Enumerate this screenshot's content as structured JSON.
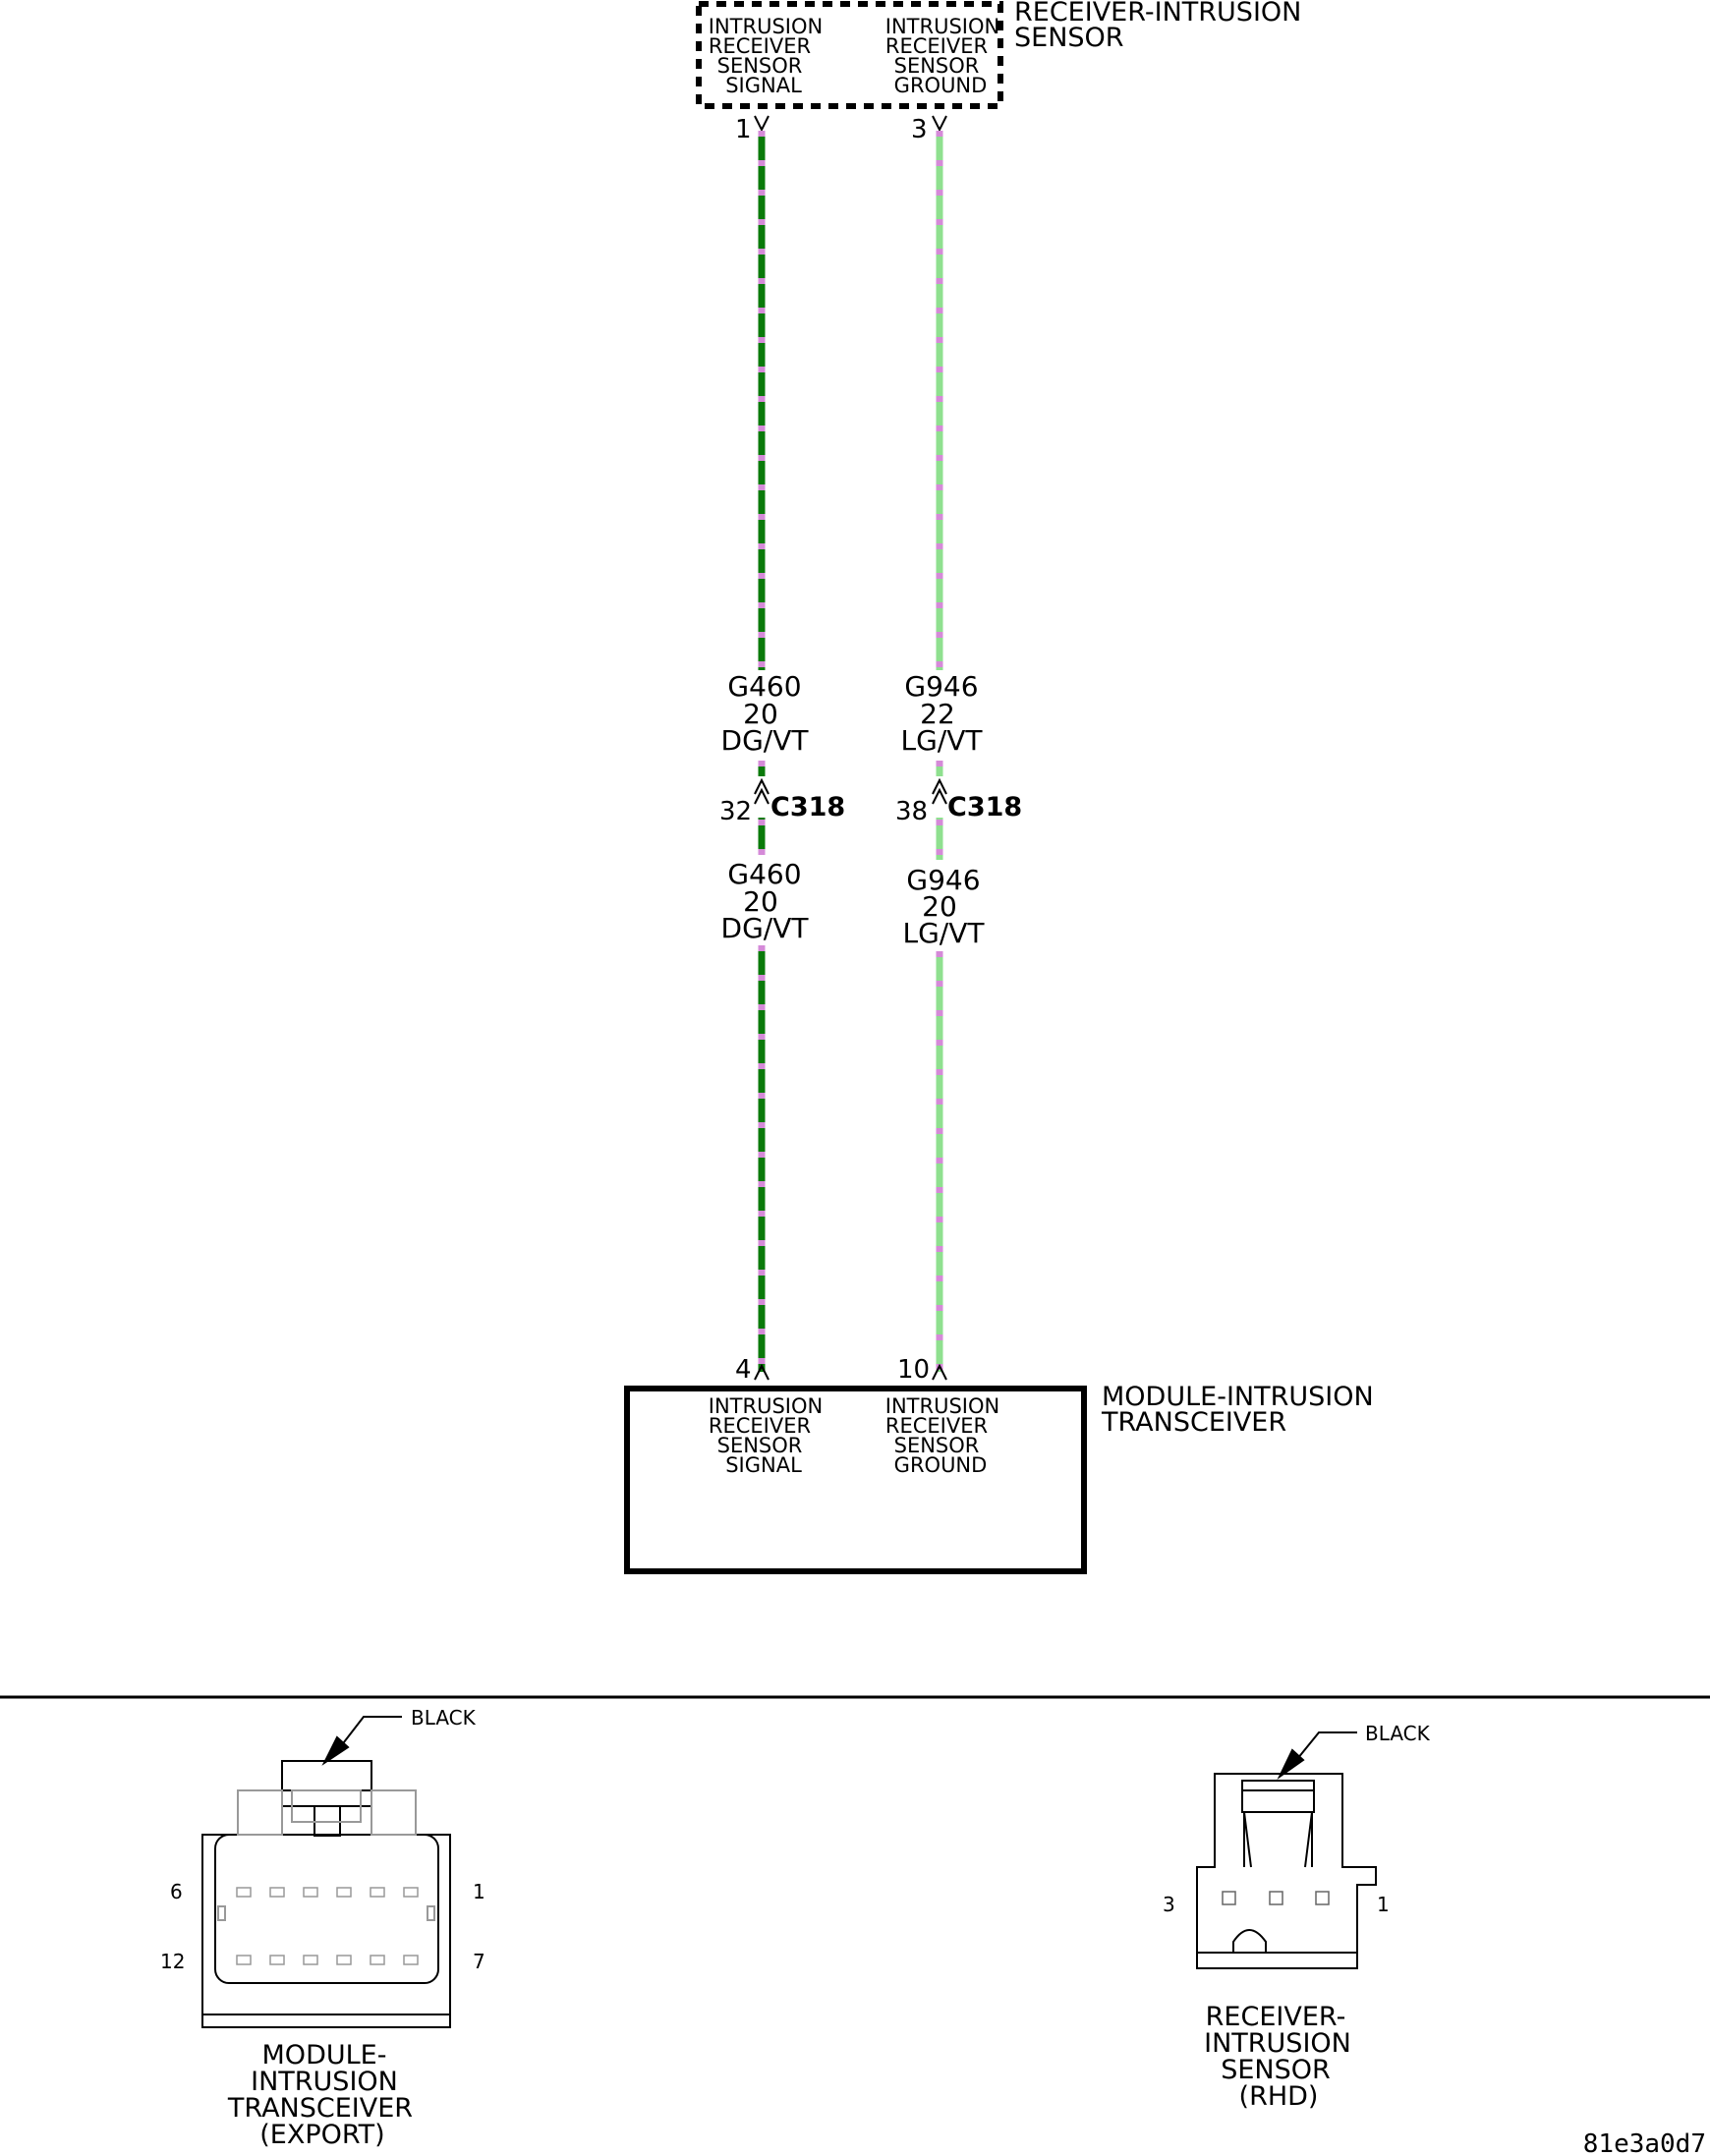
{
  "colors": {
    "wire_dg": "#0a7a0a",
    "wire_lg": "#8fe08f",
    "tracer_vt": "#d58ad8",
    "line": "#000000"
  },
  "receiver": {
    "title_line1": "RECEIVER-INTRUSION",
    "title_line2": "SENSOR",
    "pin_a": {
      "lines": [
        "INTRUSION",
        "RECEIVER",
        "SENSOR",
        "SIGNAL"
      ],
      "number": "1"
    },
    "pin_b": {
      "lines": [
        "INTRUSION",
        "RECEIVER",
        "SENSOR",
        "GROUND"
      ],
      "number": "3"
    }
  },
  "wires": {
    "signal_upper": {
      "circuit": "G460",
      "gauge": "20",
      "color": "DG/VT"
    },
    "ground_upper": {
      "circuit": "G946",
      "gauge": "22",
      "color": "LG/VT"
    },
    "signal_lower": {
      "circuit": "G460",
      "gauge": "20",
      "color": "DG/VT"
    },
    "ground_lower": {
      "circuit": "G946",
      "gauge": "20",
      "color": "LG/VT"
    }
  },
  "inline_connector": {
    "name": "C318",
    "signal_pin": "32",
    "ground_pin": "38"
  },
  "module": {
    "title_line1": "MODULE-INTRUSION",
    "title_line2": "TRANSCEIVER",
    "pin_a": {
      "lines": [
        "INTRUSION",
        "RECEIVER",
        "SENSOR",
        "SIGNAL"
      ],
      "number": "4"
    },
    "pin_b": {
      "lines": [
        "INTRUSION",
        "RECEIVER",
        "SENSOR",
        "GROUND"
      ],
      "number": "10"
    }
  },
  "connector_views": {
    "module_view": {
      "color_label": "BLACK",
      "pin_top_left": "6",
      "pin_top_right": "1",
      "pin_bottom_left": "12",
      "pin_bottom_right": "7",
      "caption": [
        "MODULE-",
        "INTRUSION",
        "TRANSCEIVER",
        "(EXPORT)"
      ]
    },
    "sensor_view": {
      "color_label": "BLACK",
      "pin_left": "3",
      "pin_right": "1",
      "caption": [
        "RECEIVER-",
        "INTRUSION",
        "SENSOR",
        "(RHD)"
      ]
    }
  },
  "diagram_id": "81e3a0d7"
}
